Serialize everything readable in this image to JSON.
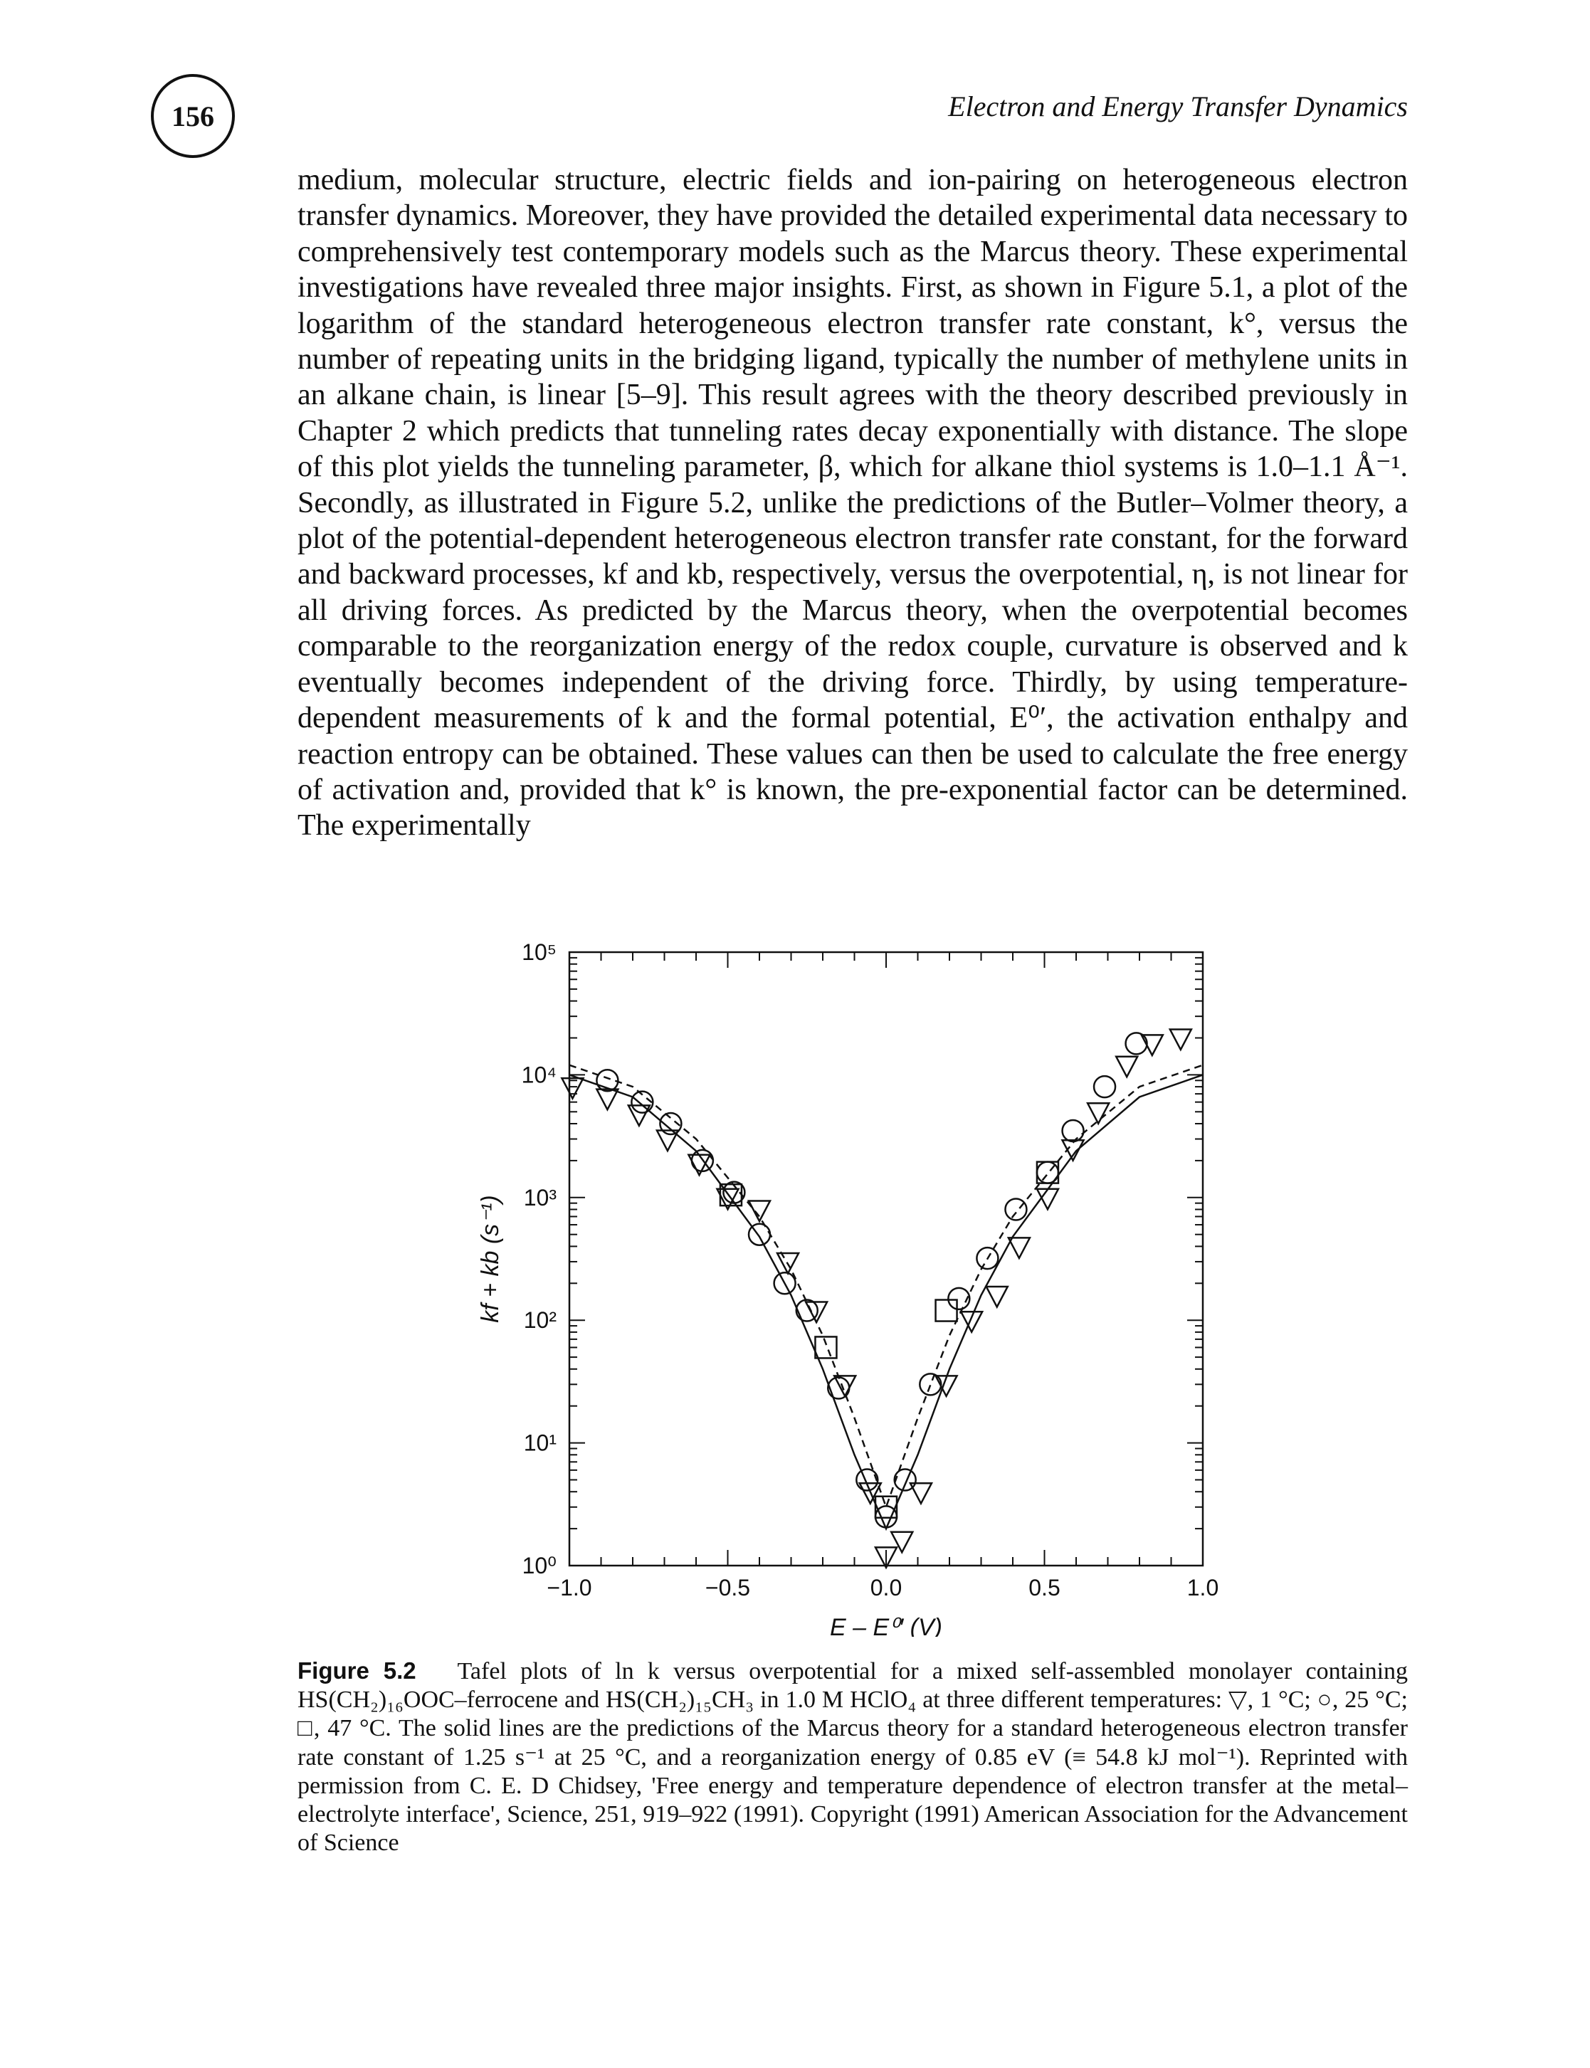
{
  "header": {
    "page_number": "156",
    "running_title": "Electron and Energy Transfer Dynamics"
  },
  "body": {
    "paragraph": "medium, molecular structure, electric fields and ion-pairing on heterogeneous electron transfer dynamics. Moreover, they have provided the detailed experimental data necessary to comprehensively test contemporary models such as the Marcus theory. These experimental investigations have revealed three major insights. First, as shown in Figure 5.1, a plot of the logarithm of the standard heterogeneous electron transfer rate constant, k°, versus the number of repeating units in the bridging ligand, typically the number of methylene units in an alkane chain, is linear [5–9]. This result agrees with the theory described previously in Chapter 2 which predicts that tunneling rates decay exponentially with distance. The slope of this plot yields the tunneling parameter, β, which for alkane thiol systems is 1.0–1.1 Å⁻¹. Secondly, as illustrated in Figure 5.2, unlike the predictions of the Butler–Volmer theory, a plot of the potential-dependent heterogeneous electron transfer rate constant, for the forward and backward processes, kf and kb, respectively, versus the overpotential, η, is not linear for all driving forces. As predicted by the Marcus theory, when the overpotential becomes comparable to the reorganization energy of the redox couple, curvature is observed and k eventually becomes independent of the driving force. Thirdly, by using temperature-dependent measurements of k and the formal potential, E⁰′, the activation enthalpy and reaction entropy can be obtained. These values can then be used to calculate the free energy of activation and, provided that k° is known, the pre-exponential factor can be determined. The experimentally"
  },
  "figure": {
    "caption_label": "Figure 5.2",
    "caption_text": "Tafel plots of ln k versus overpotential for a mixed self-assembled monolayer containing HS(CH₂)₁₆OOC–ferrocene and HS(CH₂)₁₅CH₃ in 1.0 M HClO₄ at three different temperatures: ▽, 1 °C; ○, 25 °C; □, 47 °C. The solid lines are the predictions of the Marcus theory for a standard heterogeneous electron transfer rate constant of 1.25 s⁻¹ at 25 °C, and a reorganization energy of 0.85 eV (≡ 54.8 kJ mol⁻¹). Reprinted with permission from C. E. D Chidsey, 'Free energy and temperature dependence of electron transfer at the metal–electrolyte interface', Science, 251, 919–922 (1991). Copyright (1991) American Association for the Advancement of Science"
  },
  "chart_data": {
    "type": "scatter",
    "xlabel": "E – E⁰′ (V)",
    "ylabel": "kf + kb (s⁻¹)",
    "xlim": [
      -1.0,
      1.0
    ],
    "ylim": [
      1,
      100000
    ],
    "y_scale": "log",
    "x_ticks": [
      -1.0,
      -0.5,
      0.0,
      0.5,
      1.0
    ],
    "x_tick_labels": [
      "−1.0",
      "−0.5",
      "0.0",
      "0.5",
      "1.0"
    ],
    "y_ticks": [
      1,
      10,
      100,
      1000,
      10000,
      100000
    ],
    "y_tick_labels": [
      "10⁰",
      "10¹",
      "10²",
      "10³",
      "10⁴",
      "10⁵"
    ],
    "series": [
      {
        "marker": "triangle-down",
        "x": [
          -0.99,
          -0.88,
          -0.78,
          -0.69,
          -0.59,
          -0.5,
          -0.4,
          -0.31,
          -0.22,
          -0.13,
          -0.05,
          0.0,
          0.05,
          0.11,
          0.19,
          0.27,
          0.35,
          0.42,
          0.51,
          0.59,
          0.67,
          0.76,
          0.84,
          0.93
        ],
        "y": [
          8000,
          6500,
          4800,
          3000,
          1900,
          1000,
          800,
          300,
          120,
          30,
          4,
          1.2,
          1.6,
          4,
          30,
          100,
          160,
          400,
          1000,
          2500,
          5000,
          12000,
          18000,
          20000
        ]
      },
      {
        "marker": "circle",
        "x": [
          -0.88,
          -0.77,
          -0.68,
          -0.58,
          -0.48,
          -0.4,
          -0.32,
          -0.25,
          -0.15,
          -0.06,
          0.0,
          0.06,
          0.14,
          0.23,
          0.32,
          0.41,
          0.51,
          0.59,
          0.69,
          0.79
        ],
        "y": [
          9000,
          6000,
          4000,
          2000,
          1100,
          500,
          200,
          120,
          28,
          5,
          2.5,
          5,
          30,
          150,
          320,
          800,
          1600,
          3500,
          8000,
          18000
        ]
      },
      {
        "marker": "square",
        "x": [
          -0.49,
          -0.19,
          0.0,
          0.19,
          0.51
        ],
        "y": [
          1050,
          60,
          3,
          120,
          1600
        ]
      }
    ],
    "lines": [
      {
        "style": "solid",
        "x": [
          -1.0,
          -0.8,
          -0.6,
          -0.4,
          -0.3,
          -0.2,
          -0.1,
          0.0,
          0.1,
          0.2,
          0.3,
          0.4,
          0.6,
          0.8,
          1.0
        ],
        "y": [
          10000,
          6600,
          2400,
          480,
          160,
          40,
          8,
          2,
          8,
          40,
          160,
          480,
          2400,
          6600,
          10000
        ]
      },
      {
        "style": "dashed",
        "x": [
          -1.0,
          -0.8,
          -0.6,
          -0.4,
          -0.3,
          -0.2,
          -0.1,
          0.0,
          0.1,
          0.2,
          0.3,
          0.4,
          0.6,
          0.8,
          1.0
        ],
        "y": [
          12000,
          8000,
          3000,
          700,
          260,
          75,
          16,
          3,
          16,
          75,
          260,
          700,
          3000,
          8000,
          12000
        ]
      }
    ]
  }
}
